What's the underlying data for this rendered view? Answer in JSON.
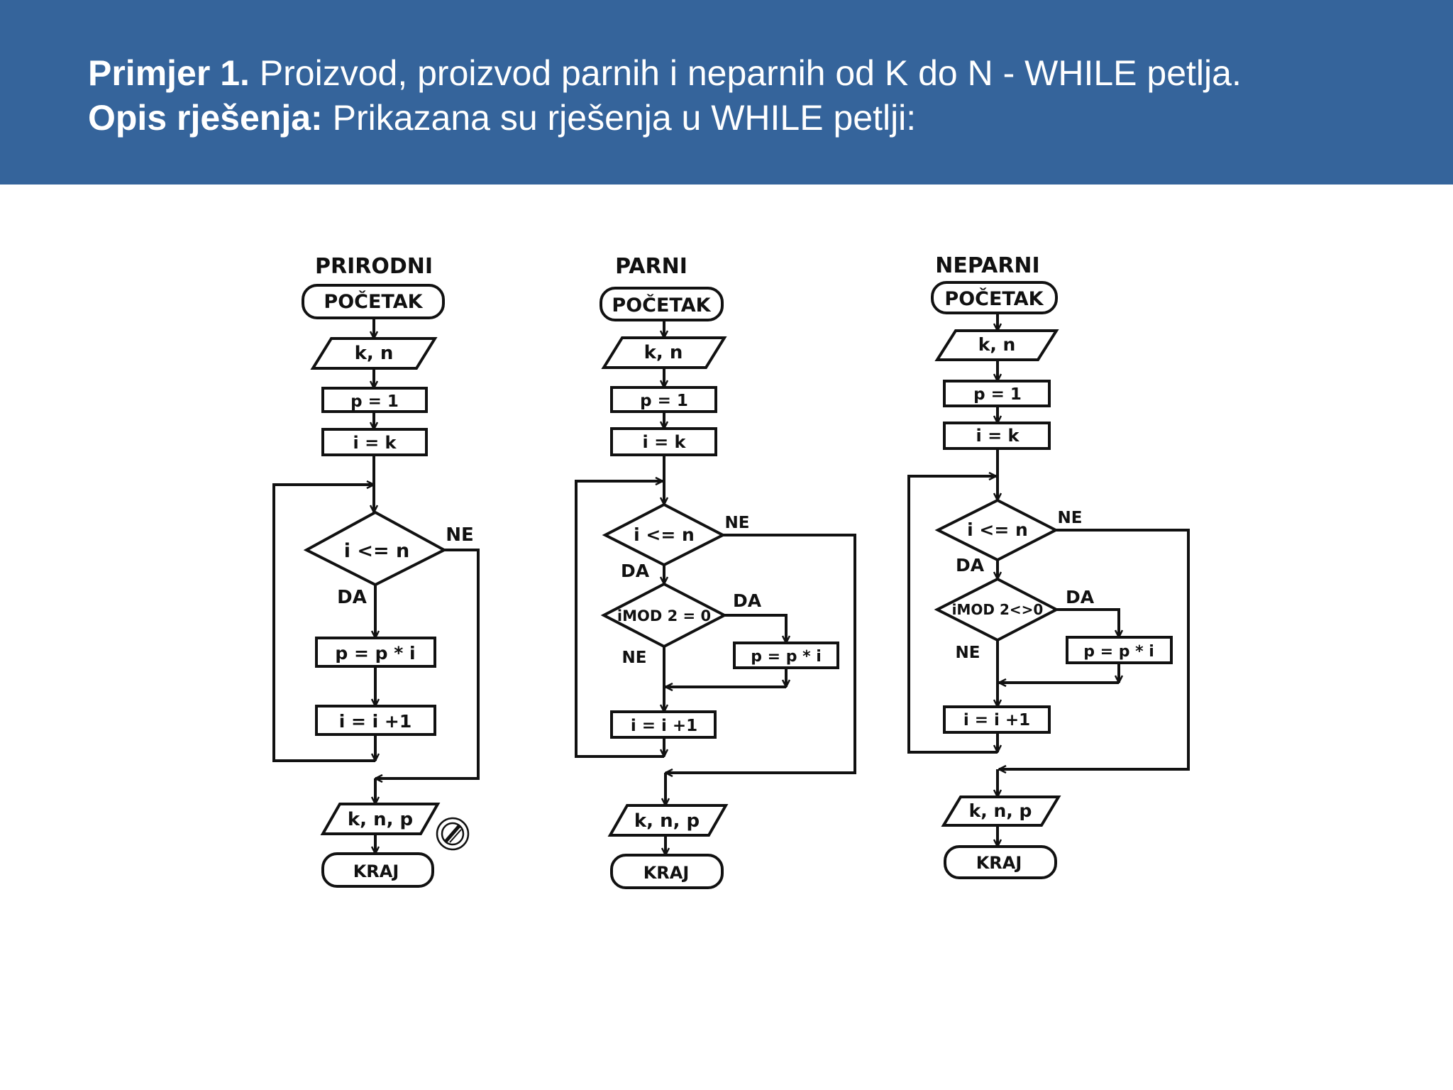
{
  "header": {
    "line1_bold": "Primjer 1.",
    "line1_text": " Proizvod, proizvod parnih i neparnih od K do N - WHILE petlja.",
    "line2_bold": "Opis rješenja:",
    "line2_text": " Prikazana su rješenja u WHILE petlji:"
  },
  "colors": {
    "header_bg": "#35649b",
    "header_text": "#ffffff",
    "diagram_ink": "#111111"
  },
  "flowcharts": [
    {
      "title": "PRIRODNI",
      "start": "POČETAK",
      "input": "k, n",
      "init_p": "p = 1",
      "init_i": "i = k",
      "condition": "i <= n",
      "yes": "DA",
      "no": "NE",
      "multiply": "p = p * i",
      "increment": "i = i +1",
      "output": "k, n, p",
      "end": "KRAJ"
    },
    {
      "title": "PARNI",
      "start": "POČETAK",
      "input": "k, n",
      "init_p": "p = 1",
      "init_i": "i = k",
      "condition": "i <= n",
      "yes": "DA",
      "no": "NE",
      "check": "iMOD 2 = 0",
      "check_yes": "DA",
      "check_no": "NE",
      "multiply": "p = p * i",
      "increment": "i = i +1",
      "output": "k, n, p",
      "end": "KRAJ"
    },
    {
      "title": "NEPARNI",
      "start": "POČETAK",
      "input": "k, n",
      "init_p": "p = 1",
      "init_i": "i = k",
      "condition": "i <= n",
      "yes": "DA",
      "no": "NE",
      "check": "iMOD 2<>0",
      "check_yes": "DA",
      "check_no": "NE",
      "multiply": "p = p * i",
      "increment": "i = i +1",
      "output": "k, n, p",
      "end": "KRAJ"
    }
  ],
  "watermark_icon": "pencil-cursor-icon"
}
